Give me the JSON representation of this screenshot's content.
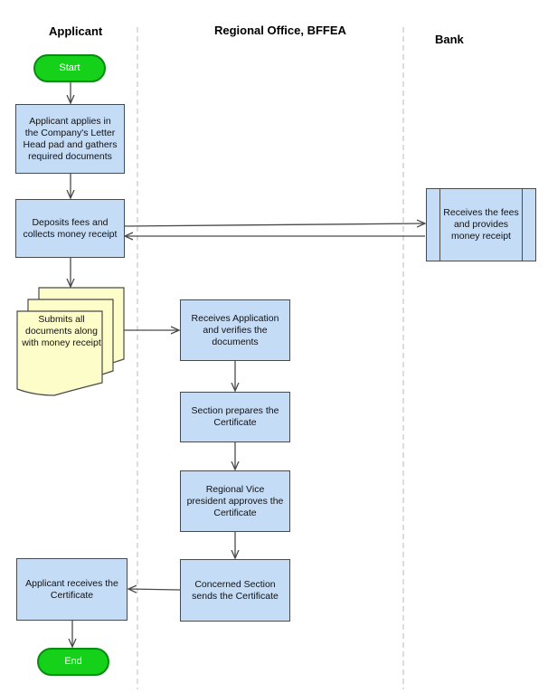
{
  "lanes": {
    "applicant": "Applicant",
    "regional": "Regional Office, BFFEA",
    "bank": "Bank"
  },
  "nodes": {
    "start": "Start",
    "apply": "Applicant applies in the Company's Letter Head pad and gathers required documents",
    "deposit": "Deposits fees and collects money receipt",
    "bank_receive": "Receives the fees and provides  money receipt",
    "submit": "Submits  all documents along with money receipt",
    "receive_app": "Receives Application and verifies the documents",
    "prepare": "Section prepares the Certificate",
    "approve": "Regional Vice president approves the Certificate",
    "send": "Concerned Section sends the Certificate",
    "receive_cert": "Applicant receives the Certificate",
    "end": "End"
  },
  "colors": {
    "process_fill": "#c5dcf7",
    "terminal_fill": "#15d11a",
    "document_fill": "#fdfdc9",
    "stroke": "#4a4a4a",
    "lane_divider": "#bbbbbb"
  }
}
